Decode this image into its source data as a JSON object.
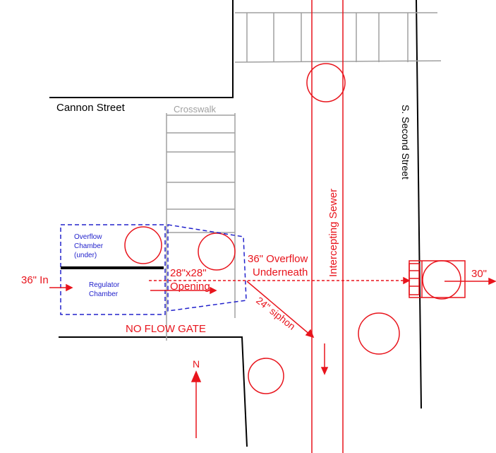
{
  "streets": {
    "cannon": "Cannon Street",
    "second": "S. Second Street",
    "crosswalk": "Crosswalk"
  },
  "chambers": {
    "overflow": [
      "Overflow",
      "Chamber",
      "(under)"
    ],
    "regulator": [
      "Regulator",
      "Chamber"
    ]
  },
  "labels": {
    "inflow": "36\" In",
    "opening": [
      "28\"x28\"",
      "Opening"
    ],
    "overflow_pipe": [
      "36\" Overflow",
      "Underneath"
    ],
    "siphon": "24\" siphon",
    "gate": "NO FLOW GATE",
    "intercepting": "Intercepting Sewer",
    "outflow": "30\"",
    "north": "N"
  },
  "colors": {
    "street": "#000000",
    "crosswalk": "#a0a0a0",
    "chamber": "#2222cc",
    "pipe": "#e8141c"
  }
}
